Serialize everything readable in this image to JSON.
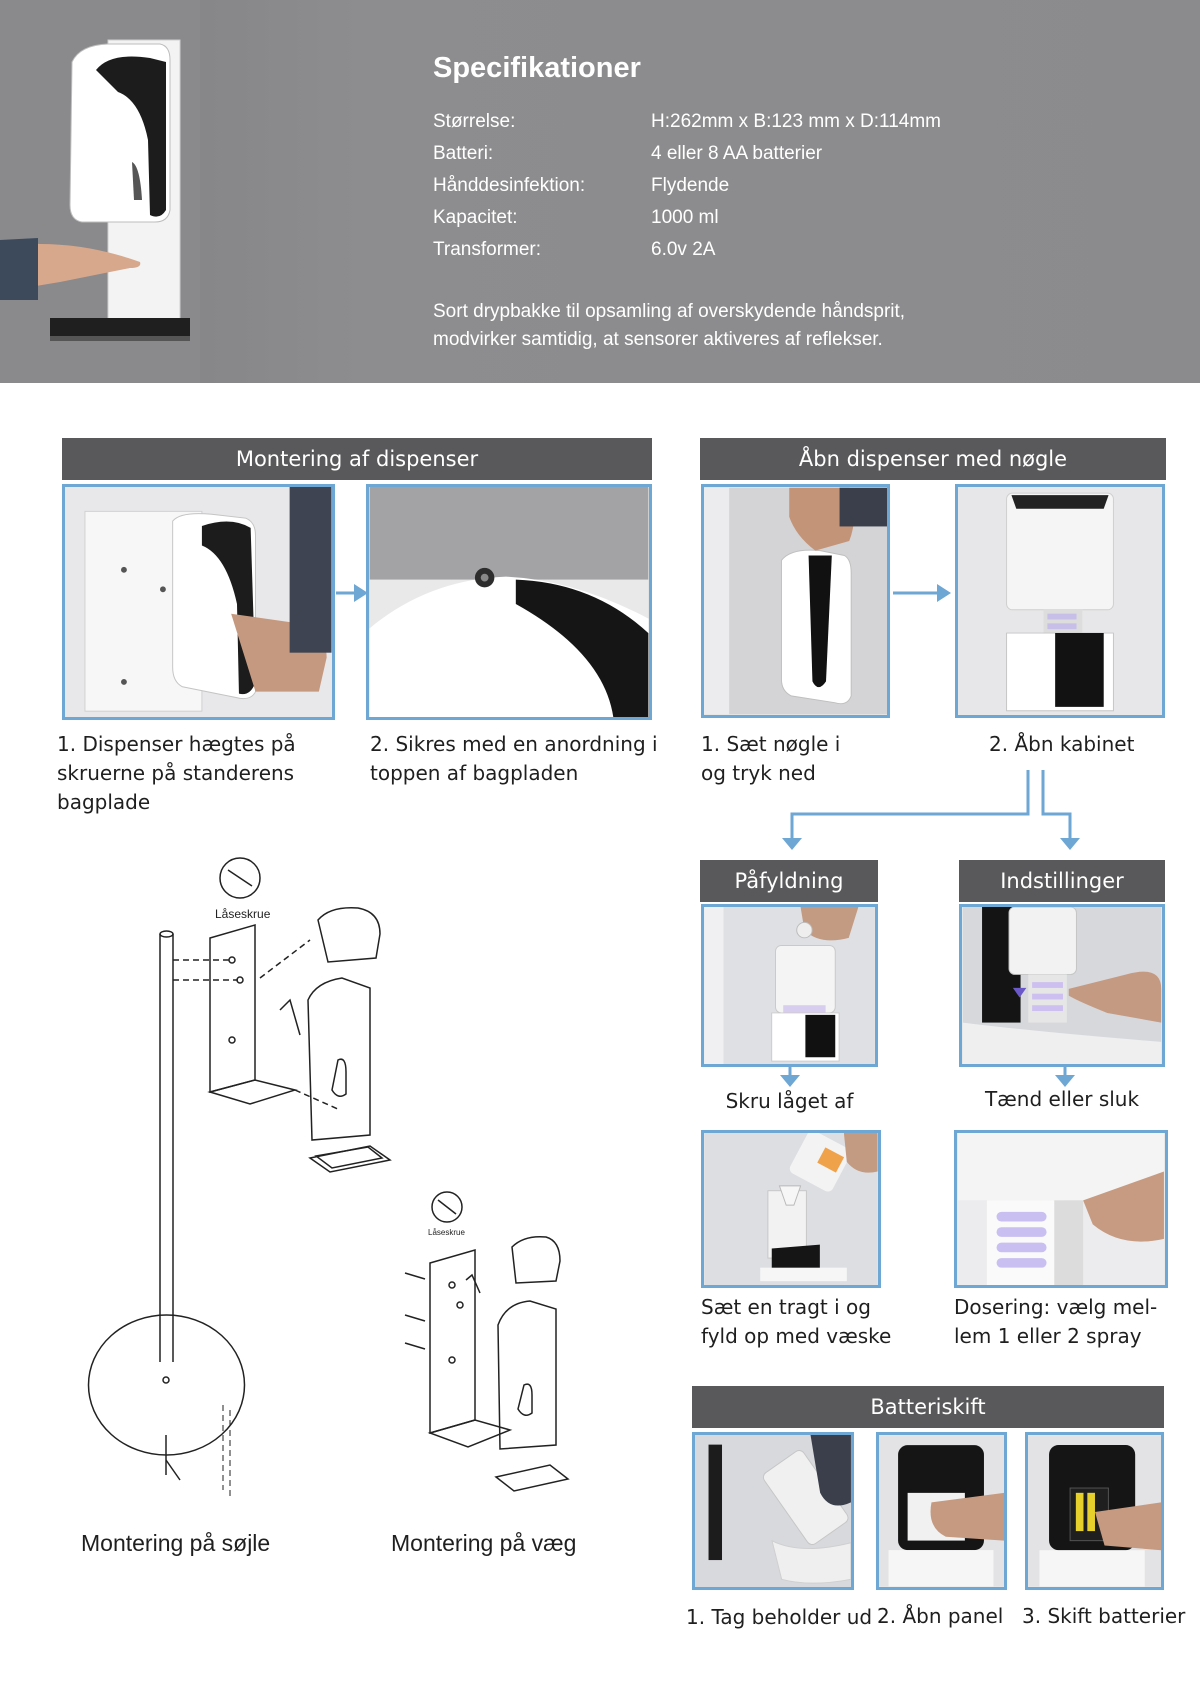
{
  "spec": {
    "title": "Specifikationer",
    "rows": [
      {
        "label": "Størrelse:",
        "value": "H:262mm x B:123 mm x D:114mm"
      },
      {
        "label": "Batteri:",
        "value": "4 eller 8 AA batterier"
      },
      {
        "label": "Hånddesinfektion:",
        "value": "Flydende"
      },
      {
        "label": "Kapacitet:",
        "value": "1000 ml"
      },
      {
        "label": "Transformer:",
        "value": "6.0v 2A"
      }
    ],
    "note_line1": "Sort drypbakke til opsamling af overskydende håndsprit,",
    "note_line2": "modvirker samtidig, at sensorer aktiveres af reflekser."
  },
  "mounting": {
    "header": "Montering af dispenser",
    "step1": [
      "1. Dispenser hægtes på",
      "skruerne på standerens",
      "bagplade"
    ],
    "step2": [
      "2. Sikres med en anordning i",
      "toppen af bagpladen"
    ]
  },
  "open": {
    "header": "Åbn dispenser med nøgle",
    "step1": [
      "1. Sæt nøgle i",
      "og tryk ned"
    ],
    "step2": [
      "2. Åbn kabinet"
    ]
  },
  "refill": {
    "header": "Påfyldning",
    "caption1": "Skru låget af",
    "caption2": [
      "Sæt en tragt i og",
      "fyld op med væske"
    ]
  },
  "settings": {
    "header": "Indstillinger",
    "caption1": "Tænd eller sluk",
    "caption2": [
      "Dosering: vælg mel-",
      "lem 1 eller 2 spray"
    ]
  },
  "battery": {
    "header": "Batteriskift",
    "steps": [
      "1. Tag beholder ud",
      "2. Åbn panel",
      "3. Skift batterier"
    ]
  },
  "drawings": {
    "lock_label_1": "Låseskrue",
    "lock_label_2": "Låseskrue",
    "pillar_caption": "Montering på søjle",
    "wall_caption": "Montering på væg"
  }
}
